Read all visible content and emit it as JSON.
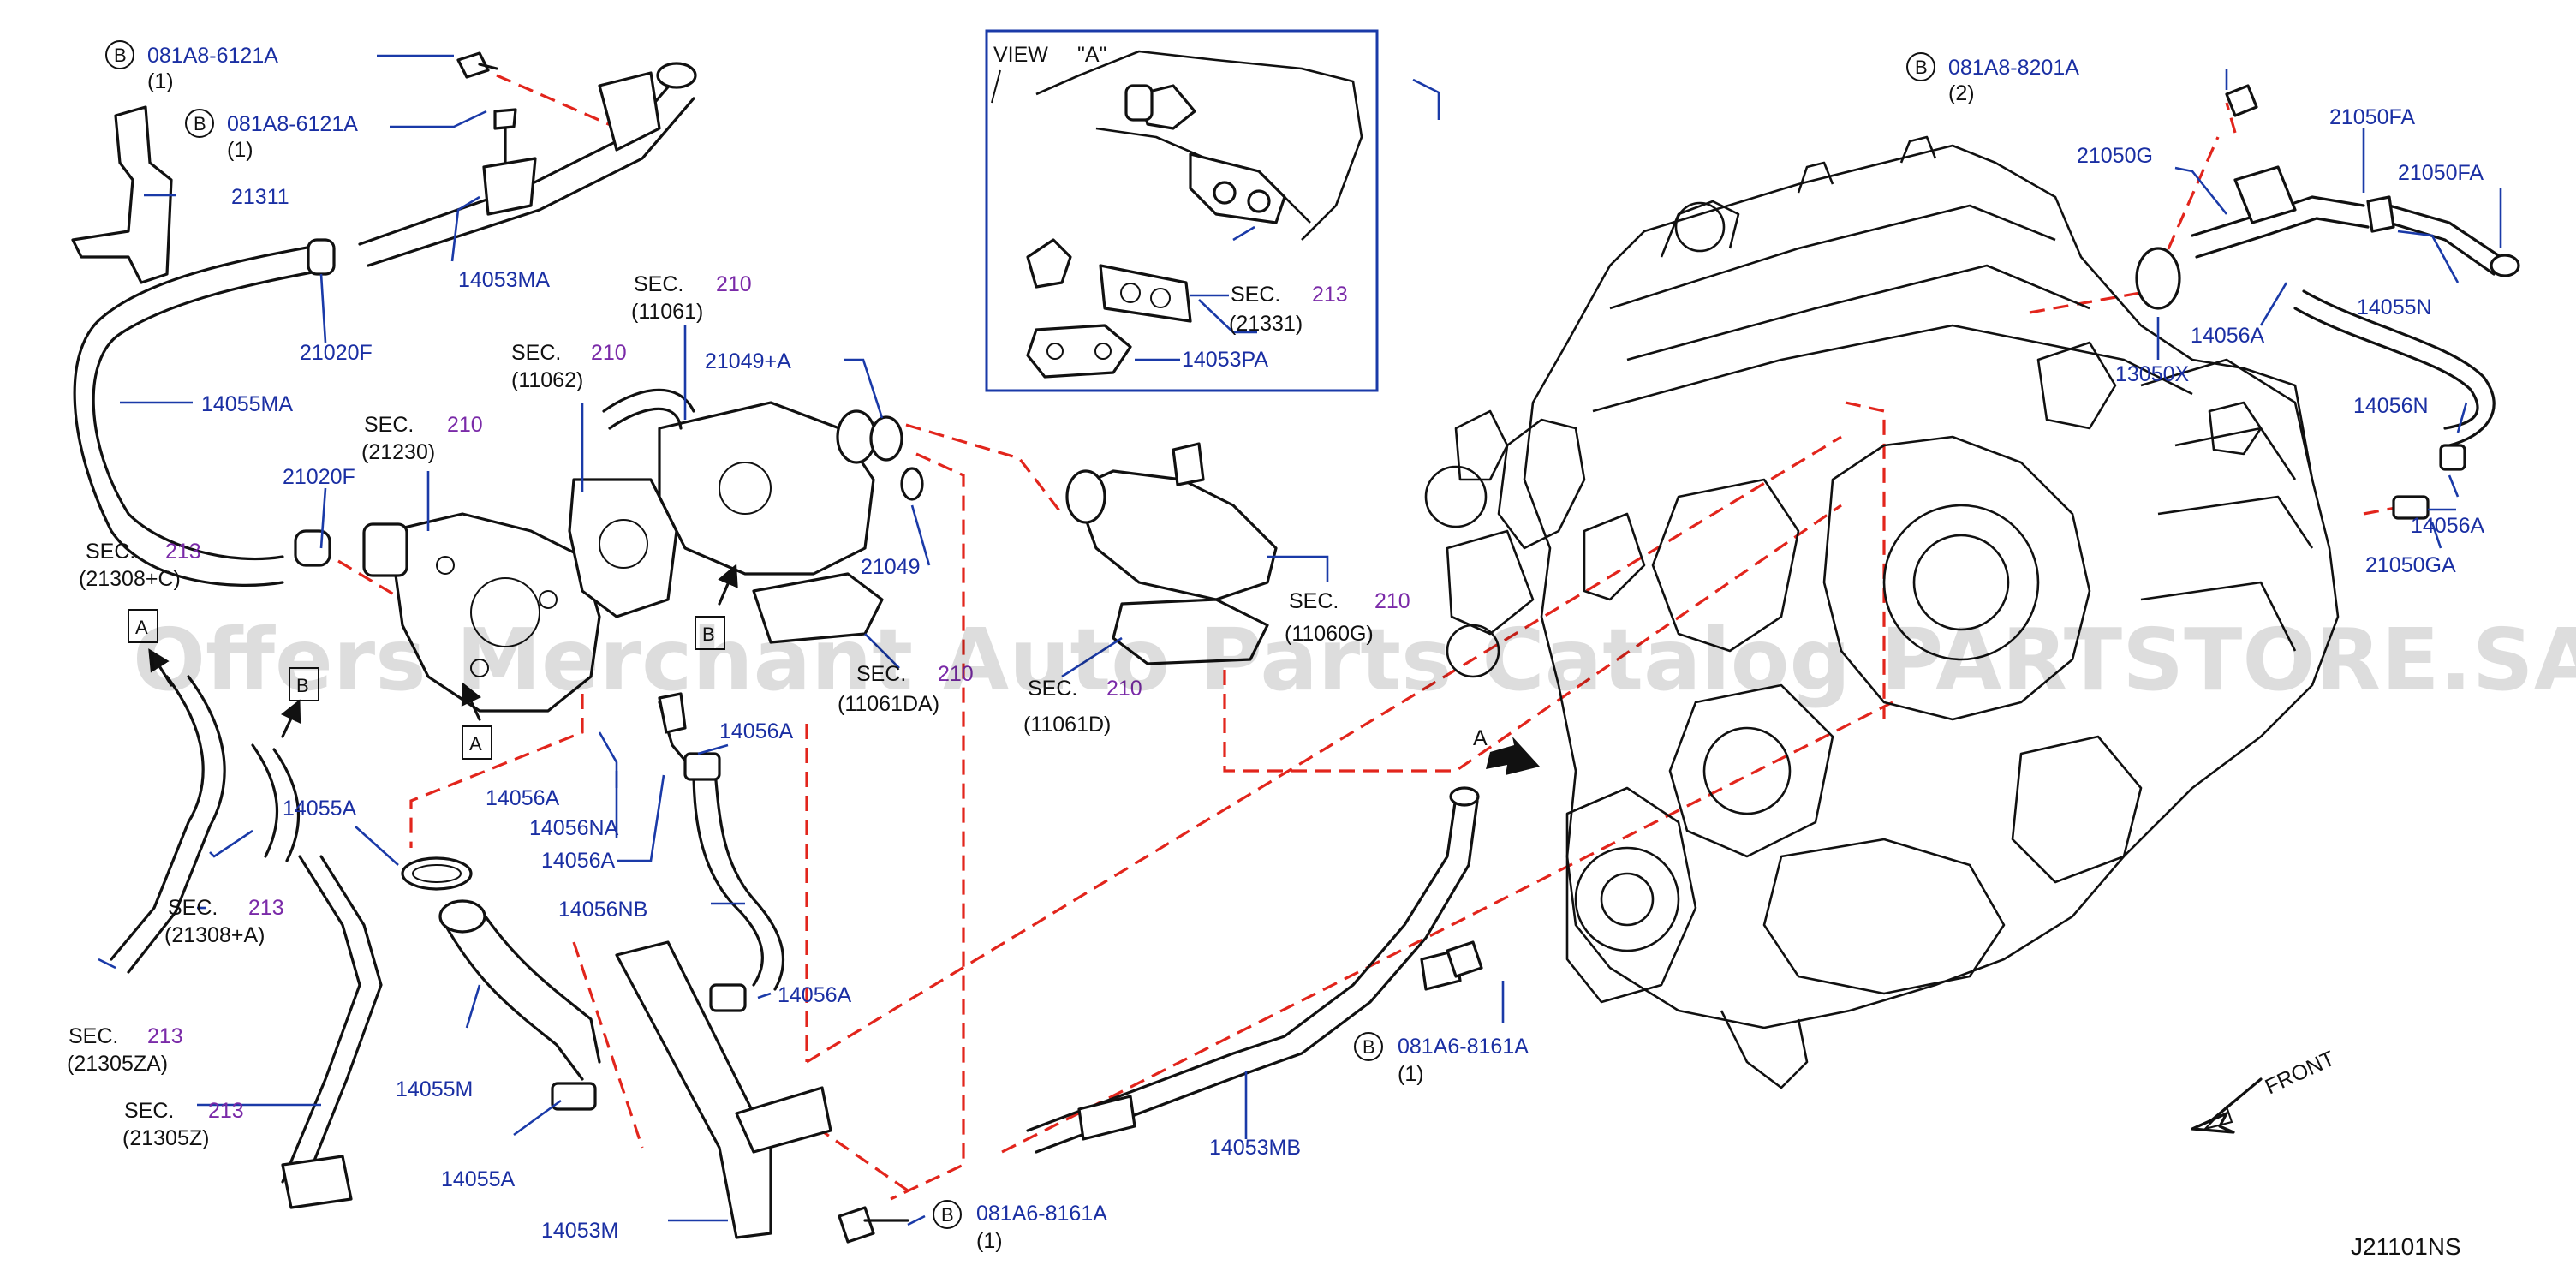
{
  "diagram_code": "J21101NS",
  "watermark": "Offers Merchant Auto Parts Catalog PARTSTORE.SA",
  "inset_view": {
    "label": "VIEW",
    "name": "\"A\""
  },
  "front_label": "FRONT",
  "view_arrow_label": "A",
  "parts": [
    "081A8-6121A",
    "(1)",
    "081A8-6121A",
    "(1)",
    "21311",
    "14053MA",
    "21020F",
    "14055MA",
    "21020F",
    "21049+A",
    "21049",
    "14056A",
    "14056A",
    "14056NA",
    "14056A",
    "14056NB",
    "14056A",
    "14055A",
    "14055M",
    "14055A",
    "14053M",
    "081A6-8161A",
    "(1)",
    "081A6-8161A",
    "(1)",
    "14053MB",
    "14053PA",
    "081A8-8201A",
    "(2)",
    "21050FA",
    "21050G",
    "21050FA",
    "14055N",
    "14056A",
    "13050X",
    "14056N",
    "14056A",
    "21050GA"
  ],
  "sections": [
    {
      "sec": "SEC.",
      "num": "210",
      "ref": "(11061)"
    },
    {
      "sec": "SEC.",
      "num": "210",
      "ref": "(11062)"
    },
    {
      "sec": "SEC.",
      "num": "210",
      "ref": "(21230)"
    },
    {
      "sec": "SEC.",
      "num": "213",
      "ref": "(21308+C)"
    },
    {
      "sec": "SEC.",
      "num": "213",
      "ref": "(21308+A)"
    },
    {
      "sec": "SEC.",
      "num": "213",
      "ref": "(21305ZA)"
    },
    {
      "sec": "SEC.",
      "num": "213",
      "ref": "(21305Z)"
    },
    {
      "sec": "SEC.",
      "num": "210",
      "ref": "(11061DA)"
    },
    {
      "sec": "SEC.",
      "num": "210",
      "ref": "(11061D)"
    },
    {
      "sec": "SEC.",
      "num": "210",
      "ref": "(11060G)"
    },
    {
      "sec": "SEC.",
      "num": "213",
      "ref": "(21331)"
    }
  ],
  "boxed_refs": [
    "A",
    "B",
    "A",
    "B"
  ],
  "bolt_marker": "B"
}
